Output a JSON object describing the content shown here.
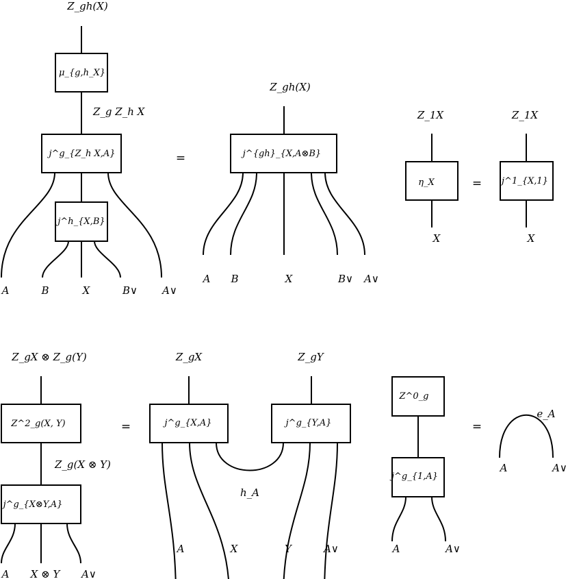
{
  "diagram1": {
    "top": "Z_gh(X)",
    "mid": "Z_g Z_h X",
    "box_mu": "μ_{g,h_X}",
    "box_jg": "j^g_{Z_h X,A}",
    "box_jh": "j^h_{X,B}",
    "bottom": [
      "A",
      "B",
      "X",
      "B∨",
      "A∨"
    ]
  },
  "diagram2": {
    "top": "Z_gh(X)",
    "box": "j^{gh}_{X,A⊗B}",
    "bottom": [
      "A",
      "B",
      "X",
      "B∨",
      "A∨"
    ]
  },
  "diagram3": {
    "left_top": "Z_1X",
    "left_box": "η_X",
    "left_bottom": "X",
    "right_top": "Z_1X",
    "right_box": "j^1_{X,1}",
    "right_bottom": "X"
  },
  "diagram4": {
    "top": "Z_gX ⊗ Z_g(Y)",
    "box_top": "Z^2_g(X, Y)",
    "mid": "Z_g(X ⊗ Y)",
    "box_bottom": "j^g_{X⊗Y,A}",
    "bottom": [
      "A",
      "X ⊗ Y",
      "A∨"
    ]
  },
  "diagram5": {
    "top_left": "Z_gX",
    "top_right": "Z_gY",
    "box_left": "j^g_{X,A}",
    "box_right": "j^g_{Y,A}",
    "cup": "h_A",
    "bottom": [
      "A",
      "X",
      "Y",
      "A∨"
    ]
  },
  "diagram6": {
    "box_top": "Z^0_g",
    "box_bottom": "j^g_{1,A}",
    "bottom": [
      "A",
      "A∨"
    ]
  },
  "diagram7": {
    "cap": "e_A",
    "bottom": [
      "A",
      "A∨"
    ]
  },
  "equals": "="
}
